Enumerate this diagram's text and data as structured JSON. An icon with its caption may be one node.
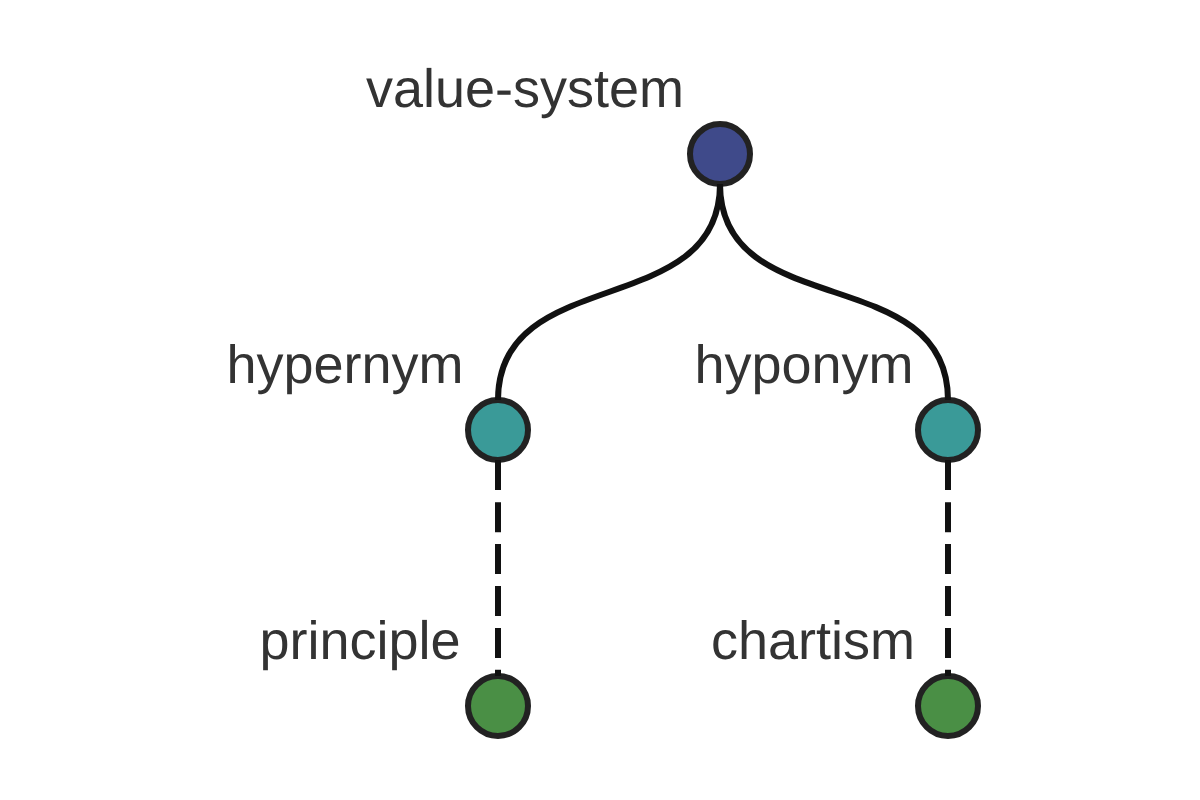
{
  "diagram": {
    "nodes": [
      {
        "text": [
          "value-system"
        ]
      },
      {
        "text": [
          "hypernym"
        ]
      },
      {
        "text": [
          "hyponym"
        ]
      },
      {
        "text": [
          "principle"
        ]
      },
      {
        "text": [
          "chartism"
        ]
      }
    ],
    "edges": [
      {
        "from": 0,
        "to": 1,
        "arrow": "none"
      },
      {
        "from": 0,
        "to": 2,
        "arrow": "none"
      },
      {
        "from": 1,
        "to": 3,
        "arrow": "none",
        "style": "dashed"
      },
      {
        "from": 2,
        "to": 4,
        "arrow": "none",
        "style": "dashed"
      }
    ]
  }
}
